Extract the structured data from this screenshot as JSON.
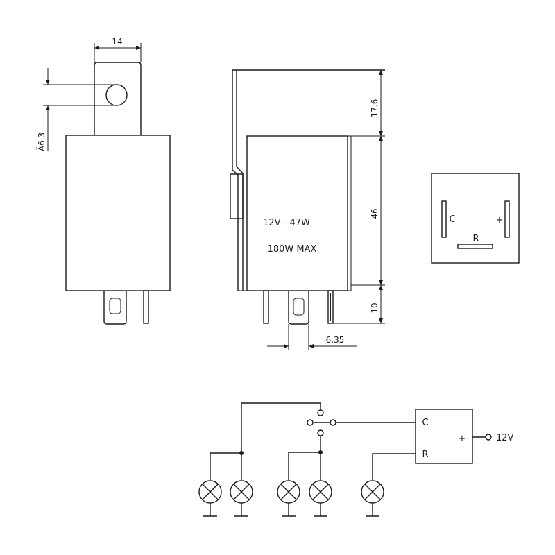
{
  "dimensions": {
    "tab_width": "14",
    "hole_diameter": "Ä6.3",
    "top_height": "17.6",
    "body_height": "46",
    "pin_height": "10",
    "pin_width": "6.35"
  },
  "rating": {
    "line1": "12V - 47W",
    "line2": "180W MAX"
  },
  "pinout": {
    "c": "C",
    "plus": "+",
    "r": "R"
  },
  "circuit": {
    "c": "C",
    "r": "R",
    "plus": "+",
    "supply": "12V"
  }
}
